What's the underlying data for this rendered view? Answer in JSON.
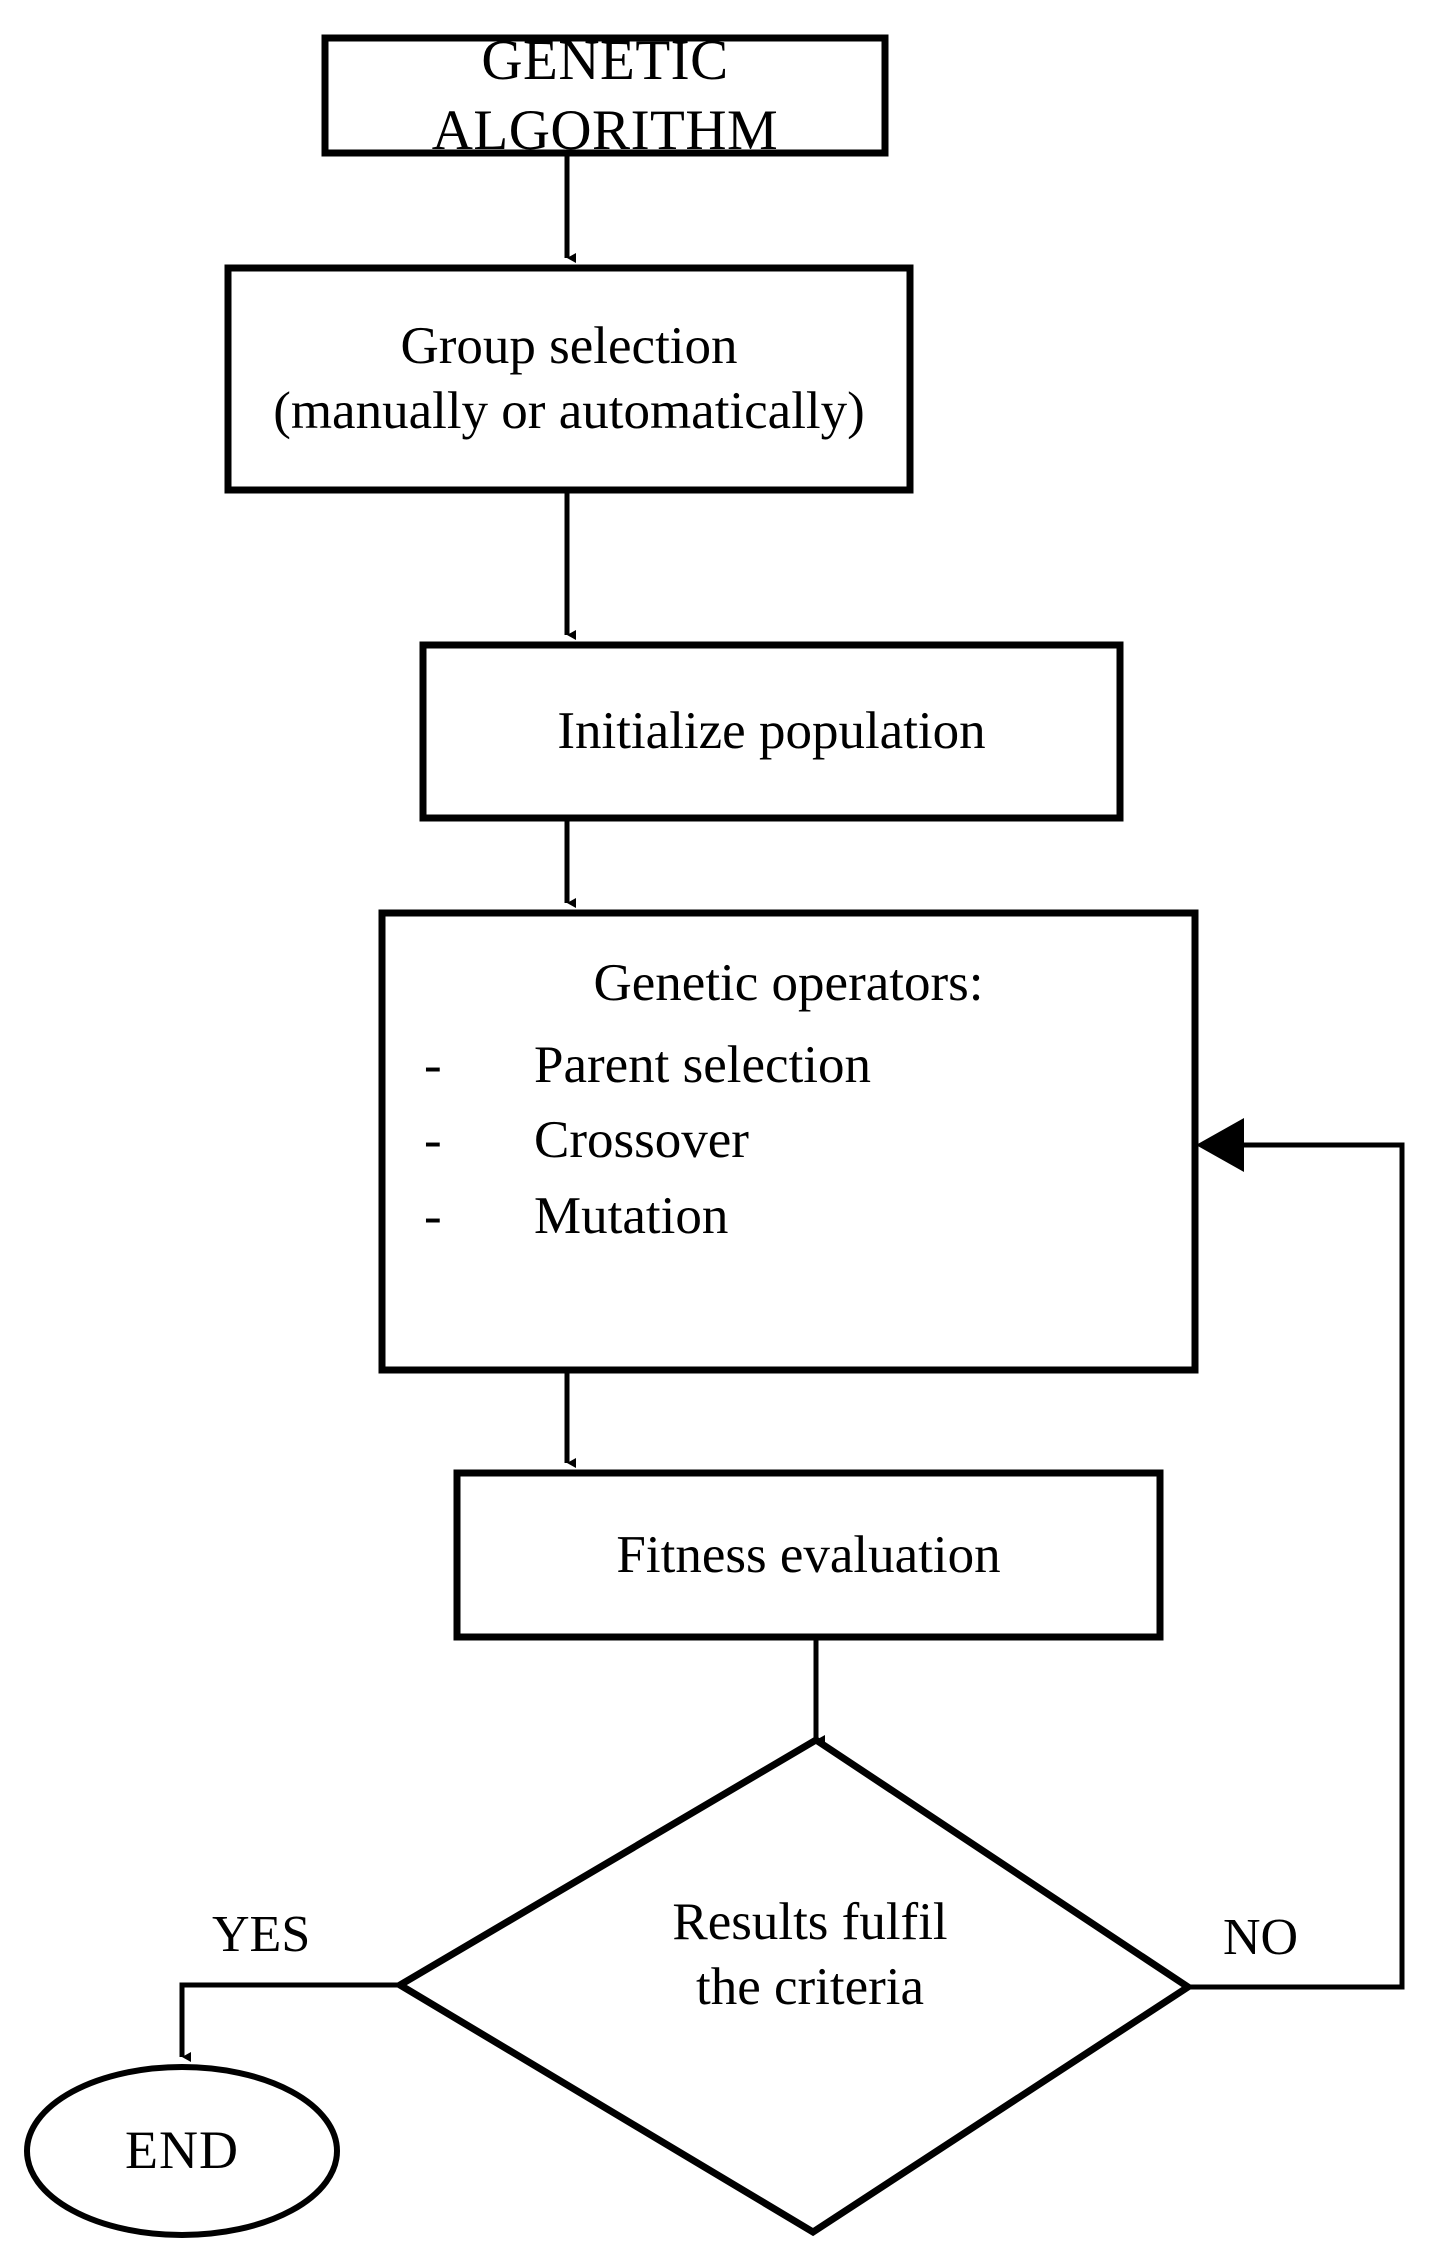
{
  "diagram": {
    "title": "Genetic Algorithm flowchart",
    "stroke_color": "#000000",
    "fill_color": "#ffffff",
    "nodes": {
      "start": {
        "label": "GENETIC ALGORITHM",
        "shape": "rectangle"
      },
      "group_selection": {
        "line1": "Group selection",
        "line2": "(manually or automatically)",
        "shape": "rectangle"
      },
      "initialize": {
        "label": "Initialize population",
        "shape": "rectangle"
      },
      "operators": {
        "heading": "Genetic operators:",
        "shape": "rectangle",
        "bullet": "-",
        "items": [
          {
            "label": "Parent selection"
          },
          {
            "label": "Crossover"
          },
          {
            "label": "Mutation"
          }
        ]
      },
      "fitness": {
        "label": "Fitness evaluation",
        "shape": "rectangle"
      },
      "decision": {
        "line1": "Results fulfil",
        "line2": "the criteria",
        "shape": "diamond"
      },
      "end": {
        "label": "END",
        "shape": "ellipse"
      }
    },
    "edges": [
      {
        "from": "start",
        "to": "group_selection",
        "label": ""
      },
      {
        "from": "group_selection",
        "to": "initialize",
        "label": ""
      },
      {
        "from": "initialize",
        "to": "operators",
        "label": ""
      },
      {
        "from": "operators",
        "to": "fitness",
        "label": ""
      },
      {
        "from": "fitness",
        "to": "decision",
        "label": ""
      },
      {
        "from": "decision",
        "to": "end",
        "label": "YES"
      },
      {
        "from": "decision",
        "to": "operators",
        "label": "NO"
      }
    ],
    "edge_labels": {
      "yes": "YES",
      "no": "NO"
    }
  }
}
